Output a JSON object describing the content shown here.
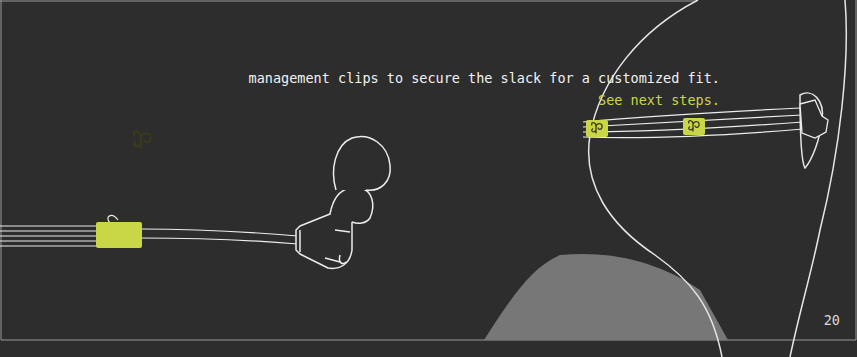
{
  "diagram": {
    "labels": [
      "management clips to secure the slack for a customized fit.",
      "See next steps.",
      "20"
    ]
  }
}
